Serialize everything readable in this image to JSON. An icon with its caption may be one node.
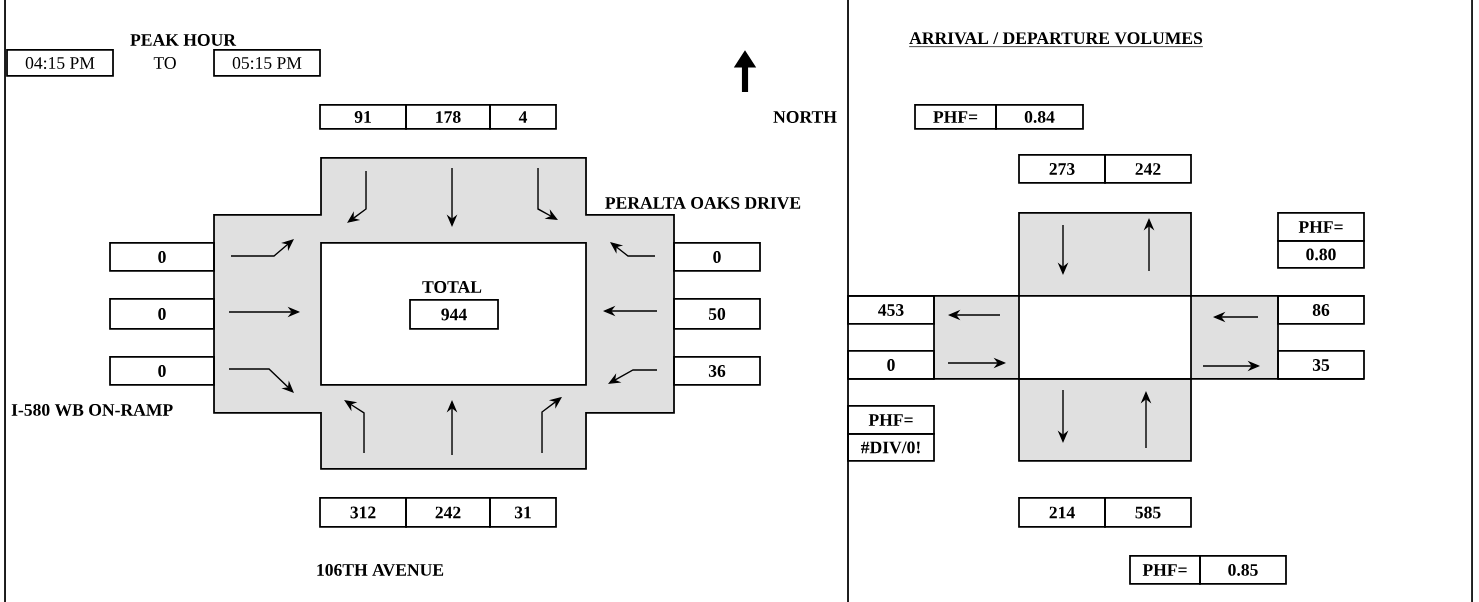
{
  "diagram": {
    "labels": [
      "PEAK  HOUR",
      "04:15 PM",
      "TO",
      "05:15 PM",
      "ARRIVAL / DEPARTURE  VOLUMES",
      "91",
      "178",
      "4",
      "NORTH",
      "PHF=",
      "0.84",
      "273",
      "242",
      "PERALTA OAKS DRIVE",
      "PHF=",
      "0",
      "0",
      "0.80",
      "TOTAL",
      "0",
      "944",
      "50",
      "453",
      "86",
      "0",
      "36",
      "0",
      "35",
      "I-580 WB ON-RAMP",
      "PHF=",
      "#DIV/0!",
      "312",
      "242",
      "31",
      "214",
      "585",
      "106TH AVENUE",
      "PHF=",
      "0.85"
    ]
  }
}
